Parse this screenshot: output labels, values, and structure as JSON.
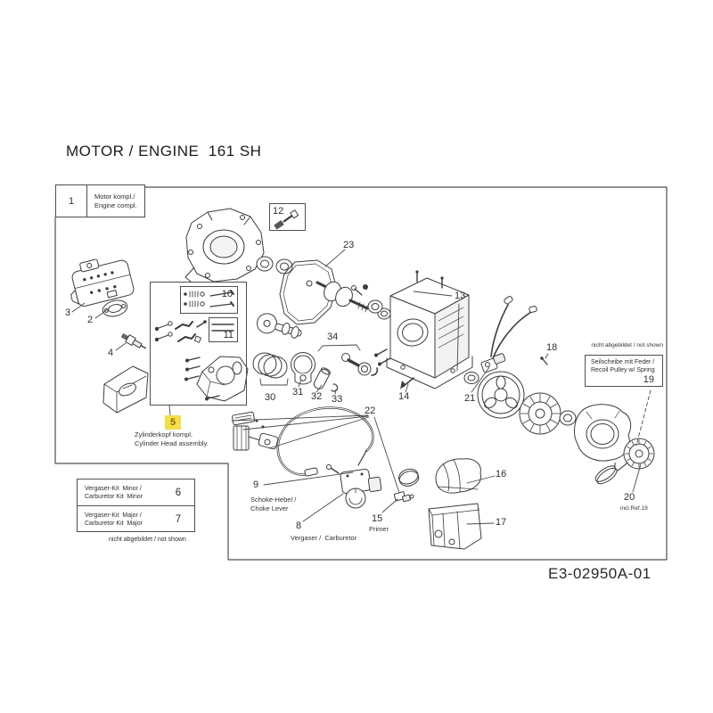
{
  "page": {
    "title": "MOTOR / ENGINE  161 SH",
    "drawing_code": "E3-02950A-01",
    "background": "#ffffff",
    "line_color": "#3d3d3d",
    "border_color": "#4f4f4f"
  },
  "engine_box": {
    "ref": "1",
    "label_de": "Motor kompl./",
    "label_en": "Engine compl."
  },
  "boxes": {
    "box12_ref": "12",
    "box10_ref": "10",
    "box11_ref": "11"
  },
  "cylinder_head": {
    "ref": "5",
    "highlight_color": "#f2de4a",
    "ref_color": "#8a6a00",
    "label_de": "Zylinderkopf kompl.",
    "label_en": "Cylinder Head assembly."
  },
  "callouts": {
    "c2": "2",
    "c3": "3",
    "c4": "4",
    "c8": "8",
    "c9": "9",
    "c13": "13",
    "c14": "14",
    "c15": "15",
    "c16": "16",
    "c17": "17",
    "c18": "18",
    "c20": "20",
    "c21": "21",
    "c22": "22",
    "c23": "23",
    "c30": "30",
    "c31": "31",
    "c32": "32",
    "c33": "33",
    "c34": "34"
  },
  "labels": {
    "choke_de": "Schoke-Hebel /",
    "choke_en": "Choke Lever",
    "carburetor": "Vergaser /  Carburetor",
    "primer": "Primer",
    "incl_ref": "incl.Ref.19"
  },
  "kit_table": {
    "rows": [
      {
        "ref": "6",
        "de": "Vergaser-Kit  Minor /",
        "en": "Carburetor Kit  Minor"
      },
      {
        "ref": "7",
        "de": "Vergaser-Kit  Major /",
        "en": "Carburetor Kit  Major"
      }
    ],
    "footnote": "nicht abgebildet / not shown"
  },
  "recoil_box": {
    "note": "nicht abgebildet / not shown",
    "label_de": "Seilscheibe mit Feder /",
    "label_en": "Recoil Pulley w/ Spring",
    "ref": "19"
  }
}
